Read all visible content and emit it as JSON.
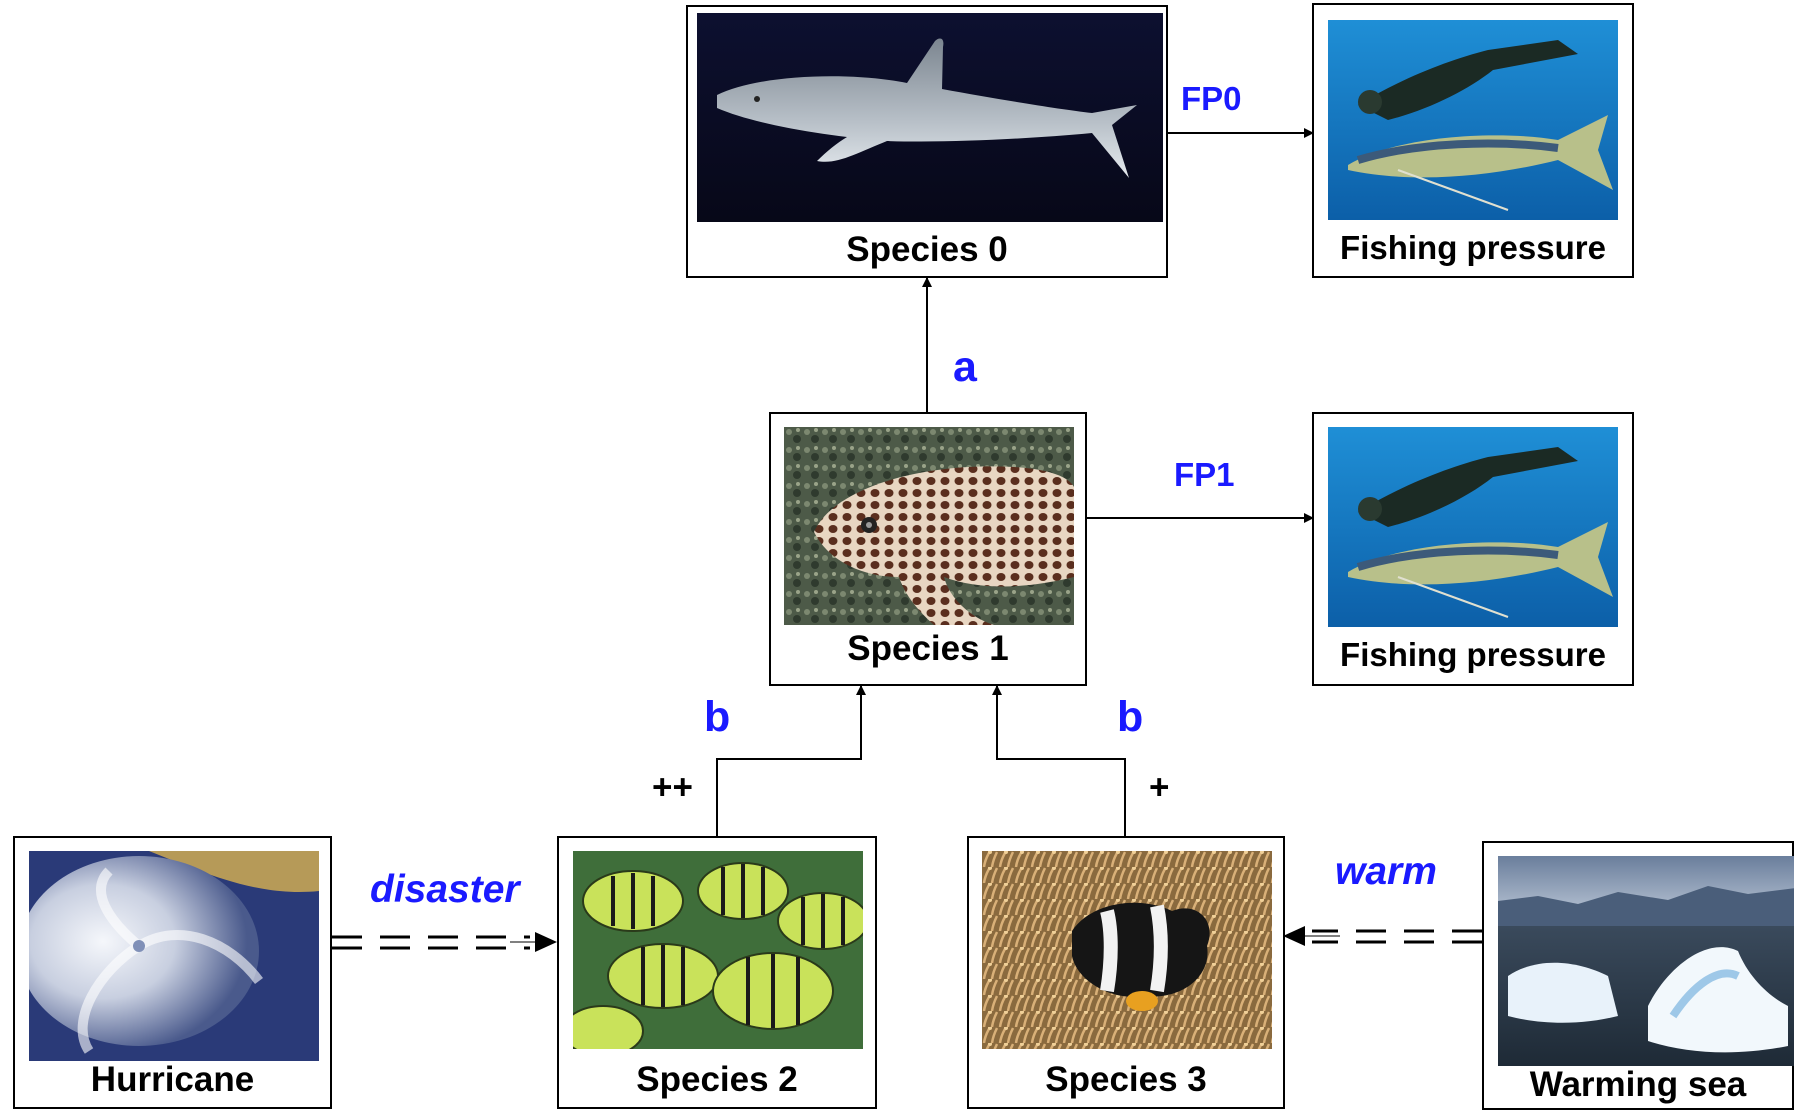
{
  "nodes": {
    "species0": {
      "label": "Species 0",
      "icon": "shark-photo"
    },
    "fishing0": {
      "label": "Fishing pressure",
      "icon": "spearfisher-tuna-photo"
    },
    "species1": {
      "label": "Species 1",
      "icon": "grouper-photo"
    },
    "fishing1": {
      "label": "Fishing pressure",
      "icon": "spearfisher-tuna-photo"
    },
    "species2": {
      "label": "Species 2",
      "icon": "striped-fish-school-photo"
    },
    "species3": {
      "label": "Species 3",
      "icon": "clownfish-anemone-photo"
    },
    "hurricane": {
      "label": "Hurricane",
      "icon": "hurricane-satellite-photo"
    },
    "warming": {
      "label": "Warming sea",
      "icon": "sea-ice-photo"
    }
  },
  "edges": {
    "fp0": {
      "label": "FP0",
      "from": "species0",
      "to": "fishing0"
    },
    "fp1": {
      "label": "FP1",
      "from": "species1",
      "to": "fishing1"
    },
    "a": {
      "label": "a",
      "from": "species1",
      "to": "species0"
    },
    "b_left": {
      "label": "b",
      "sign": "++",
      "from": "species2",
      "to": "species1"
    },
    "b_right": {
      "label": "b",
      "sign": "+",
      "from": "species3",
      "to": "species1"
    },
    "disaster": {
      "label": "disaster",
      "from": "hurricane",
      "to": "species2",
      "style": "dashed"
    },
    "warm": {
      "label": "warm",
      "from": "warming",
      "to": "species3",
      "style": "dashed"
    }
  },
  "colors": {
    "edge_label": "#1a1aff",
    "line": "#000000",
    "box_border": "#000000"
  }
}
